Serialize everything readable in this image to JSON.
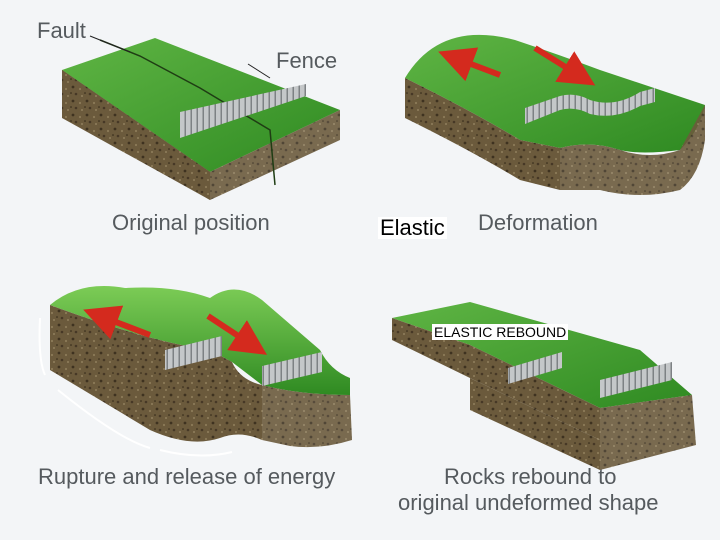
{
  "panels": [
    {
      "caption": "Original position",
      "callouts": {
        "fault": "Fault",
        "fence": "Fence"
      }
    },
    {
      "caption_overlay": "Elastic",
      "caption": "Deformation"
    },
    {
      "caption": "Rupture and release of energy"
    },
    {
      "overlay": "ELASTIC REBOUND",
      "caption_line1": "Rocks rebound to",
      "caption_line2": "original undeformed shape"
    }
  ],
  "colors": {
    "grass_top": "#3f9a2f",
    "grass_light": "#6cc048",
    "soil": "#6b5a3c",
    "soil_dark": "#4f402a",
    "fence": "#b9bcbe",
    "arrow": "#d42a1e"
  }
}
